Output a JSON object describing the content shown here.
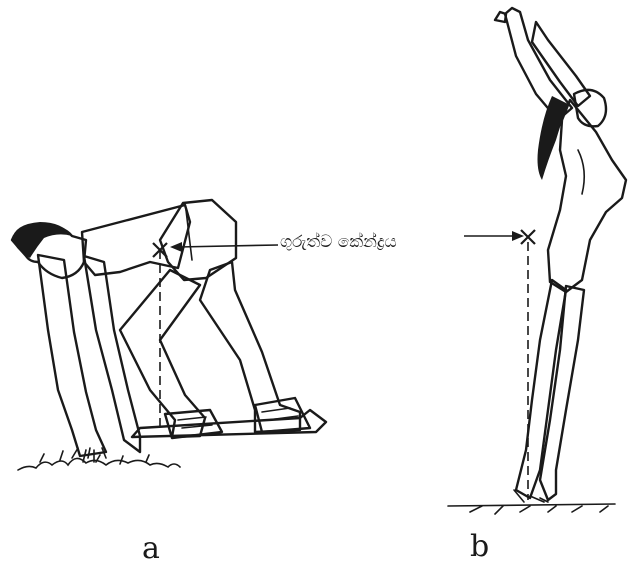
{
  "callout": {
    "text": "ගුරුත්ව කේන්ද්‍රය"
  },
  "panels": [
    {
      "label": "a"
    },
    {
      "label": "b"
    }
  ],
  "colors": {
    "shirt": "#e6de2e",
    "shorts": "#2fae4e",
    "outline": "#1a1a1a"
  },
  "icons": {
    "center_marker": "cross-marker"
  }
}
